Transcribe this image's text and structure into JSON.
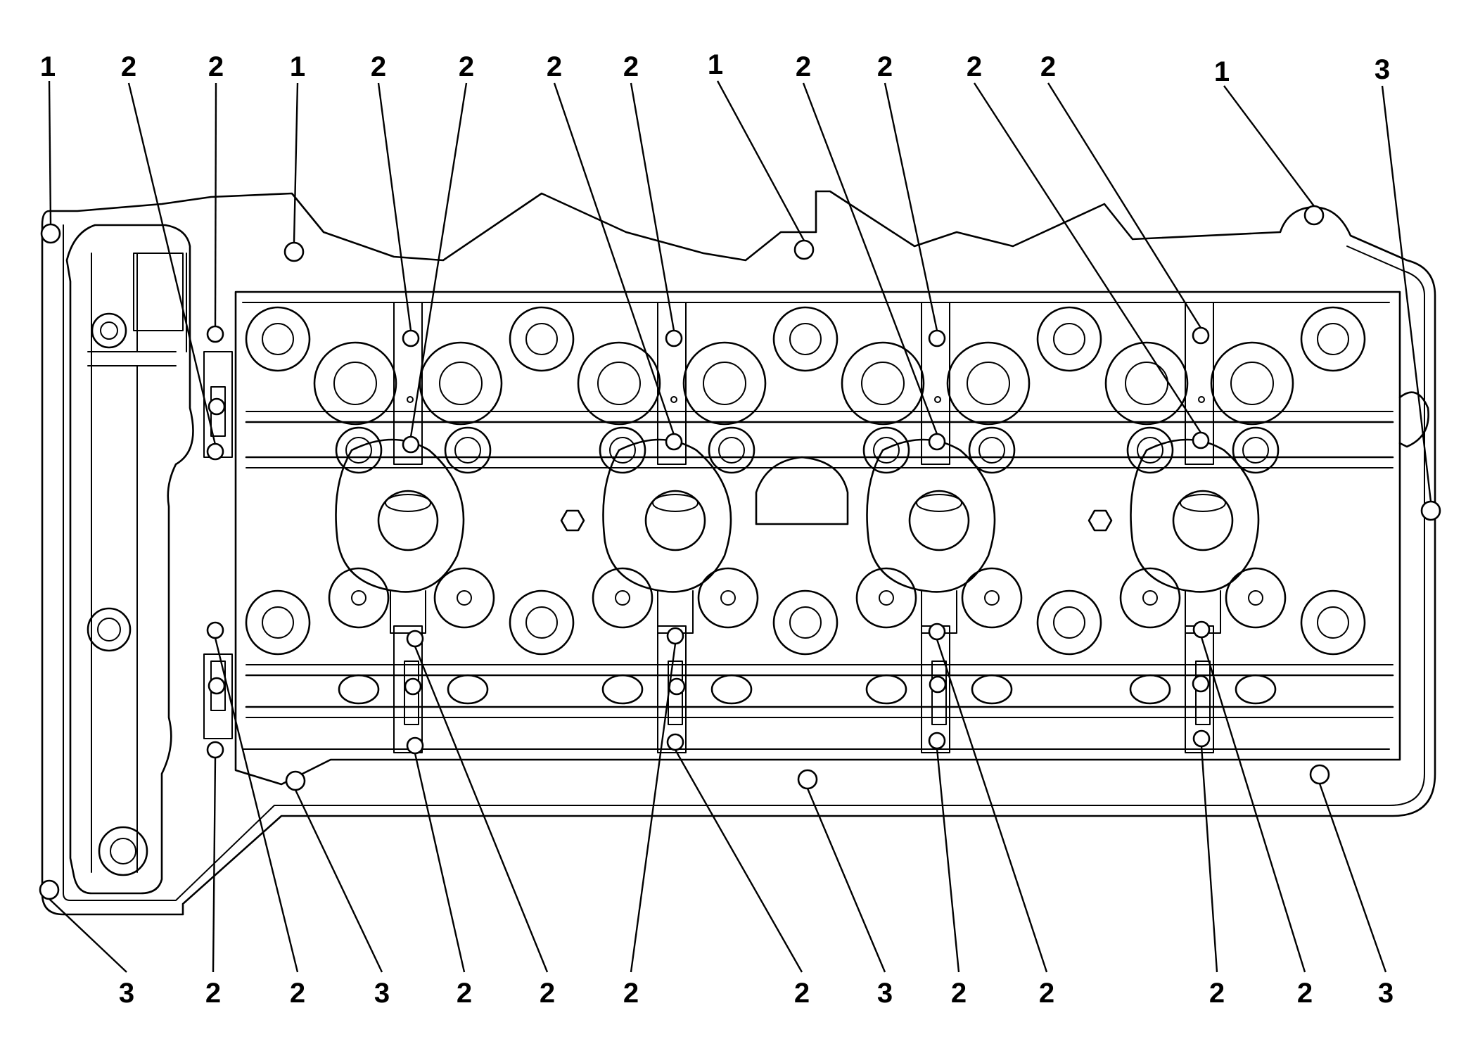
{
  "diagram": {
    "legend_colors": {
      "ink": "#000000",
      "paper": "#ffffff"
    },
    "callouts_top": [
      {
        "id": "t1",
        "label": "1"
      },
      {
        "id": "t2",
        "label": "2"
      },
      {
        "id": "t3",
        "label": "2"
      },
      {
        "id": "t4",
        "label": "1"
      },
      {
        "id": "t5",
        "label": "2"
      },
      {
        "id": "t6",
        "label": "2"
      },
      {
        "id": "t7",
        "label": "2"
      },
      {
        "id": "t8",
        "label": "2"
      },
      {
        "id": "t9",
        "label": "1"
      },
      {
        "id": "t10",
        "label": "2"
      },
      {
        "id": "t11",
        "label": "2"
      },
      {
        "id": "t12",
        "label": "2"
      },
      {
        "id": "t13",
        "label": "2"
      },
      {
        "id": "t14",
        "label": "1"
      },
      {
        "id": "t15",
        "label": "3"
      }
    ],
    "callouts_bottom": [
      {
        "id": "b1",
        "label": "3"
      },
      {
        "id": "b2",
        "label": "2"
      },
      {
        "id": "b3",
        "label": "2"
      },
      {
        "id": "b4",
        "label": "3"
      },
      {
        "id": "b5",
        "label": "2"
      },
      {
        "id": "b6",
        "label": "2"
      },
      {
        "id": "b7",
        "label": "2"
      },
      {
        "id": "b8",
        "label": "2"
      },
      {
        "id": "b9",
        "label": "3"
      },
      {
        "id": "b10",
        "label": "2"
      },
      {
        "id": "b11",
        "label": "2"
      },
      {
        "id": "b12",
        "label": "2"
      },
      {
        "id": "b13",
        "label": "2"
      },
      {
        "id": "b14",
        "label": "3"
      }
    ]
  }
}
